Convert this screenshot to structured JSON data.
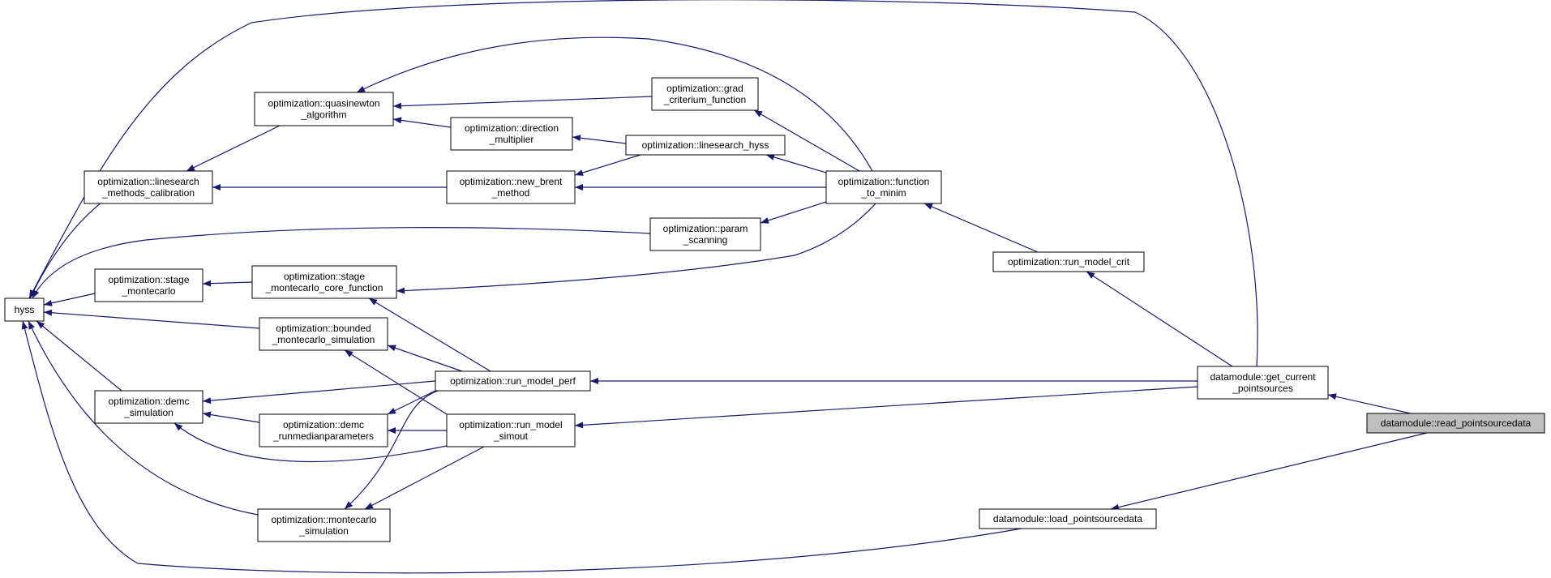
{
  "graph": {
    "target": "datamodule::read_pointsourcedata",
    "colors": {
      "edge": "#191970",
      "node_border": "#000000",
      "node_fill": "#ffffff",
      "highlight_fill": "#bfbfbf"
    },
    "nodes": {
      "hyss": {
        "lines": [
          "hyss"
        ]
      },
      "linesearch_methods_calibration": {
        "lines": [
          "optimization::linesearch",
          "_methods_calibration"
        ]
      },
      "stage_montecarlo": {
        "lines": [
          "optimization::stage",
          "_montecarlo"
        ]
      },
      "demc_simulation": {
        "lines": [
          "optimization::demc",
          "_simulation"
        ]
      },
      "quasinewton_algorithm": {
        "lines": [
          "optimization::quasinewton",
          "_algorithm"
        ]
      },
      "stage_montecarlo_core_function": {
        "lines": [
          "optimization::stage",
          "_montecarlo_core_function"
        ]
      },
      "bounded_montecarlo_simulation": {
        "lines": [
          "optimization::bounded",
          "_montecarlo_simulation"
        ]
      },
      "demc_runmedianparameters": {
        "lines": [
          "optimization::demc",
          "_runmedianparameters"
        ]
      },
      "montecarlo_simulation": {
        "lines": [
          "optimization::montecarlo",
          "_simulation"
        ]
      },
      "direction_multiplier": {
        "lines": [
          "optimization::direction",
          "_multiplier"
        ]
      },
      "new_brent_method": {
        "lines": [
          "optimization::new_brent",
          "_method"
        ]
      },
      "run_model_perf": {
        "lines": [
          "optimization::run_model_perf"
        ]
      },
      "run_model_simout": {
        "lines": [
          "optimization::run_model",
          "_simout"
        ]
      },
      "grad_criterium_function": {
        "lines": [
          "optimization::grad",
          "_criterium_function"
        ]
      },
      "linesearch_hyss": {
        "lines": [
          "optimization::linesearch_hyss"
        ]
      },
      "param_scanning": {
        "lines": [
          "optimization::param",
          "_scanning"
        ]
      },
      "function_to_minim": {
        "lines": [
          "optimization::function",
          "_to_minim"
        ]
      },
      "run_model_crit": {
        "lines": [
          "optimization::run_model_crit"
        ]
      },
      "get_current_pointsources": {
        "lines": [
          "datamodule::get_current",
          "_pointsources"
        ]
      },
      "load_pointsourcedata": {
        "lines": [
          "datamodule::load_pointsourcedata"
        ]
      },
      "read_pointsourcedata": {
        "lines": [
          "datamodule::read_pointsourcedata"
        ]
      }
    }
  }
}
